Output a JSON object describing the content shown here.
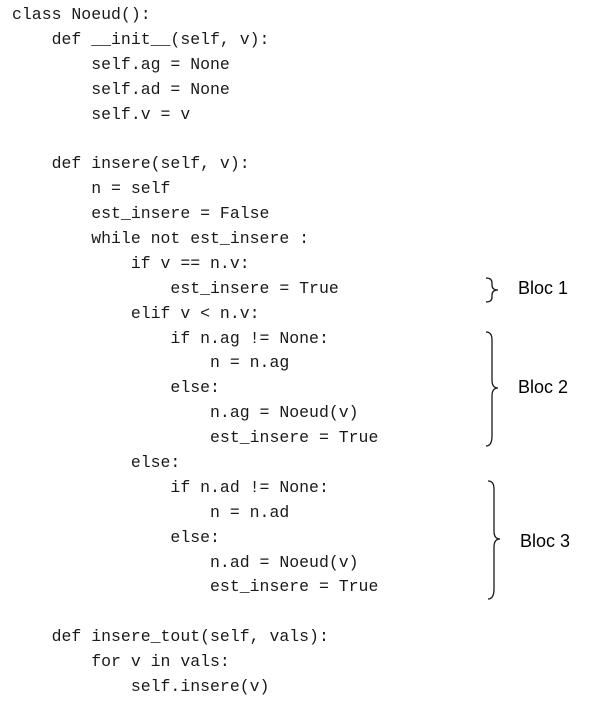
{
  "code_lines": [
    "class Noeud():",
    "    def __init__(self, v):",
    "        self.ag = None",
    "        self.ad = None",
    "        self.v = v",
    "",
    "    def insere(self, v):",
    "        n = self",
    "        est_insere = False",
    "        while not est_insere :",
    "            if v == n.v:",
    "                est_insere = True",
    "            elif v < n.v:",
    "                if n.ag != None:",
    "                    n = n.ag",
    "                else:",
    "                    n.ag = Noeud(v)",
    "                    est_insere = True",
    "            else:",
    "                if n.ad != None:",
    "                    n = n.ad",
    "                else:",
    "                    n.ad = Noeud(v)",
    "                    est_insere = True",
    "",
    "    def insere_tout(self, vals):",
    "        for v in vals:",
    "            self.insere(v)"
  ],
  "blocs": [
    {
      "label": "Bloc 1"
    },
    {
      "label": "Bloc 2"
    },
    {
      "label": "Bloc 3"
    }
  ]
}
